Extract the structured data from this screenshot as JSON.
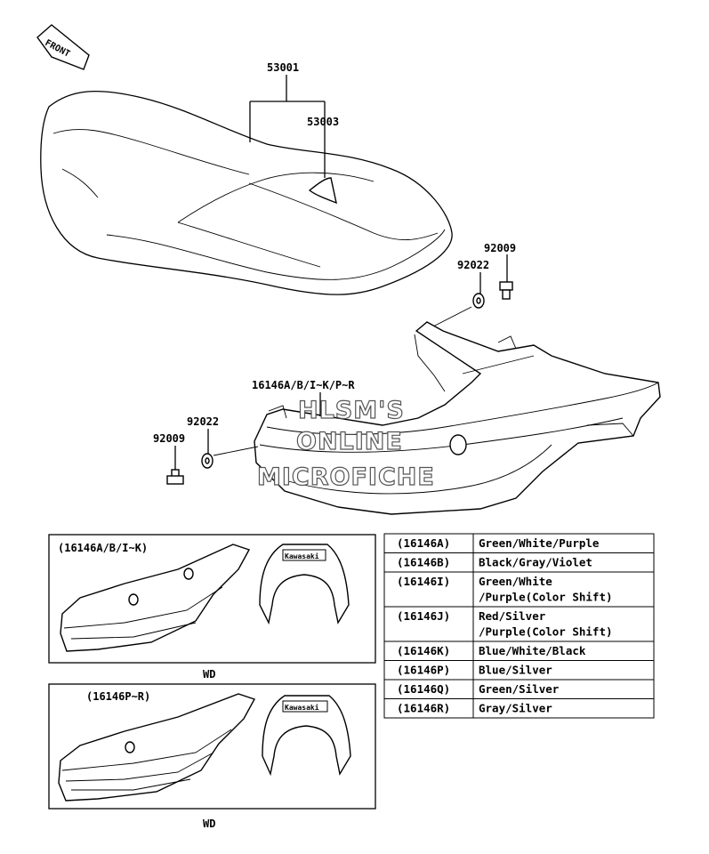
{
  "front_arrow": {
    "label": "FRONT"
  },
  "callouts": {
    "seat": "53001",
    "seat_strap": "53003",
    "bolt_right": "92009",
    "washer_right": "92022",
    "side_cover": "16146A/B/I~K/P~R",
    "washer_left": "92022",
    "bolt_left": "92009"
  },
  "watermark": [
    "HLSM'S",
    "ONLINE",
    "MICROFICHE"
  ],
  "inset_top": {
    "label": "(16146A/B/I~K)",
    "caption": "WD",
    "badge_text": "Kawasaki"
  },
  "inset_bottom": {
    "label": "(16146P~R)",
    "caption": "WD",
    "badge_text": "Kawasaki"
  },
  "color_table": [
    {
      "code": "(16146A)",
      "lines": [
        "Green/White/Purple"
      ]
    },
    {
      "code": "(16146B)",
      "lines": [
        "Black/Gray/Violet"
      ]
    },
    {
      "code": "(16146I)",
      "lines": [
        "Green/White",
        "/Purple(Color Shift)"
      ]
    },
    {
      "code": "(16146J)",
      "lines": [
        "Red/Silver",
        "/Purple(Color Shift)"
      ]
    },
    {
      "code": "(16146K)",
      "lines": [
        "Blue/White/Black"
      ]
    },
    {
      "code": "(16146P)",
      "lines": [
        "Blue/Silver"
      ]
    },
    {
      "code": "(16146Q)",
      "lines": [
        "Green/Silver"
      ]
    },
    {
      "code": "(16146R)",
      "lines": [
        "Gray/Silver"
      ]
    }
  ]
}
